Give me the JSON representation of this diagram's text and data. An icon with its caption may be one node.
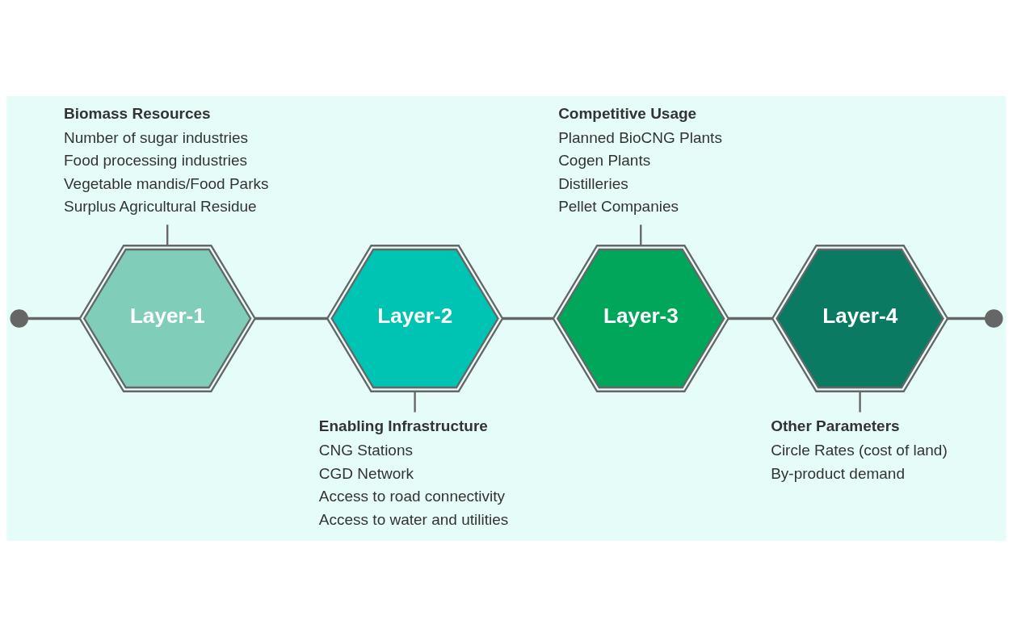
{
  "diagram": {
    "nodes": [
      {
        "text": [],
        "shape": "circle"
      },
      {
        "text": [
          "Layer-1"
        ]
      },
      {
        "text": [
          "Layer-2"
        ]
      },
      {
        "text": [
          "Layer-3"
        ]
      },
      {
        "text": [
          "Layer-4"
        ]
      },
      {
        "text": [],
        "shape": "circle"
      },
      {
        "text": [
          "Biomass Resources",
          "Number of sugar industries",
          "Food processing industries",
          "Vegetable mandis/Food Parks",
          "Surplus Agricultural Residue"
        ]
      },
      {
        "text": [
          "Enabling Infrastructure",
          "CNG Stations",
          "CGD Network",
          "Access to road connectivity",
          "Access to water and utilities"
        ]
      },
      {
        "text": [
          "Competitive Usage",
          "Planned BioCNG Plants",
          "Cogen Plants",
          "Distilleries",
          "Pellet Companies"
        ]
      },
      {
        "text": [
          "Other Parameters",
          "Circle Rates (cost of land)",
          "By-product demand"
        ]
      }
    ],
    "edges": [
      {
        "from": 0,
        "to": 1,
        "arrow": "none"
      },
      {
        "from": 1,
        "to": 2,
        "arrow": "none"
      },
      {
        "from": 2,
        "to": 3,
        "arrow": "none"
      },
      {
        "from": 3,
        "to": 4,
        "arrow": "none"
      },
      {
        "from": 4,
        "to": 5,
        "arrow": "none"
      },
      {
        "from": 6,
        "to": 1,
        "arrow": "none"
      },
      {
        "from": 2,
        "to": 7,
        "arrow": "none"
      },
      {
        "from": 8,
        "to": 3,
        "arrow": "none"
      },
      {
        "from": 4,
        "to": 9,
        "arrow": "none"
      }
    ]
  }
}
